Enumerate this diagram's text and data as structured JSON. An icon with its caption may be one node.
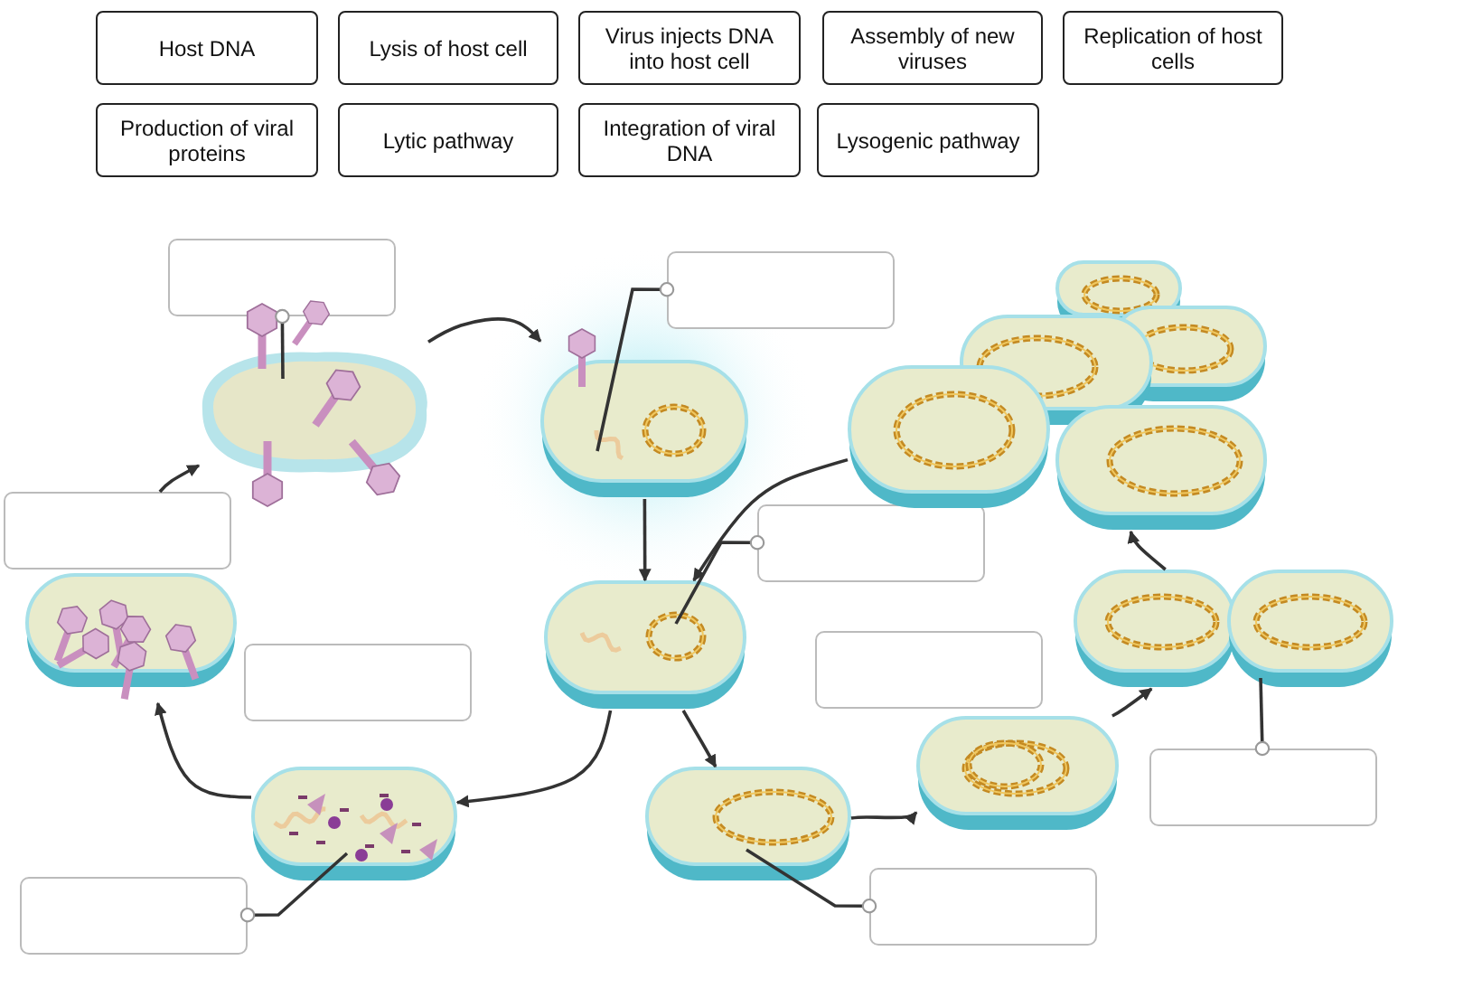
{
  "diagram": {
    "nodes": [
      {
        "text": [
          "Host DNA"
        ]
      },
      {
        "text": [
          "Lysis of host cell"
        ]
      },
      {
        "text": [
          "Virus injects DNA into host cell"
        ]
      },
      {
        "text": [
          "Assembly of new viruses"
        ]
      },
      {
        "text": [
          "Replication of host cells"
        ]
      },
      {
        "text": [
          "Production of viral proteins"
        ]
      },
      {
        "text": [
          "Lytic pathway"
        ]
      },
      {
        "text": [
          "Integration of viral DNA"
        ]
      },
      {
        "text": [
          "Lysogenic pathway"
        ]
      },
      {
        "text": [],
        "shape": "box"
      },
      {
        "text": [],
        "shape": "box"
      },
      {
        "text": [],
        "shape": "box"
      },
      {
        "text": [],
        "shape": "box"
      },
      {
        "text": [],
        "shape": "box"
      },
      {
        "text": [],
        "shape": "box"
      },
      {
        "text": [],
        "shape": "box"
      },
      {
        "text": [],
        "shape": "box"
      },
      {
        "text": [],
        "shape": "box"
      },
      {
        "text": [],
        "shape": "picture"
      },
      {
        "text": [],
        "shape": "picture"
      },
      {
        "text": [],
        "shape": "picture"
      },
      {
        "text": [],
        "shape": "picture"
      },
      {
        "text": [],
        "shape": "picture"
      },
      {
        "text": [],
        "shape": "picture"
      },
      {
        "text": [],
        "shape": "picture"
      },
      {
        "text": [],
        "shape": "picture"
      },
      {
        "text": [],
        "shape": "picture"
      }
    ],
    "edges": [
      {
        "from": 18,
        "to": 19,
        "arrow": "to"
      },
      {
        "from": 19,
        "to": 21,
        "arrow": "to"
      },
      {
        "from": 20,
        "to": 21,
        "arrow": "to"
      },
      {
        "from": 21,
        "to": 23,
        "arrow": "to"
      },
      {
        "from": 21,
        "to": 24,
        "arrow": "to"
      },
      {
        "from": 24,
        "to": 25,
        "arrow": "to"
      },
      {
        "from": 25,
        "to": 26,
        "arrow": "to"
      },
      {
        "from": 26,
        "to": 20,
        "arrow": "to"
      },
      {
        "from": 23,
        "to": 22,
        "arrow": "to"
      },
      {
        "from": 11,
        "to": 18,
        "arrow": "to"
      },
      {
        "from": 9,
        "to": 18,
        "arrow": "other"
      },
      {
        "from": 10,
        "to": 19,
        "arrow": "other"
      },
      {
        "from": 12,
        "to": 21,
        "arrow": "other"
      },
      {
        "from": 15,
        "to": 26,
        "arrow": "other"
      },
      {
        "from": 16,
        "to": 23,
        "arrow": "other"
      },
      {
        "from": 17,
        "to": 24,
        "arrow": "other"
      }
    ]
  }
}
